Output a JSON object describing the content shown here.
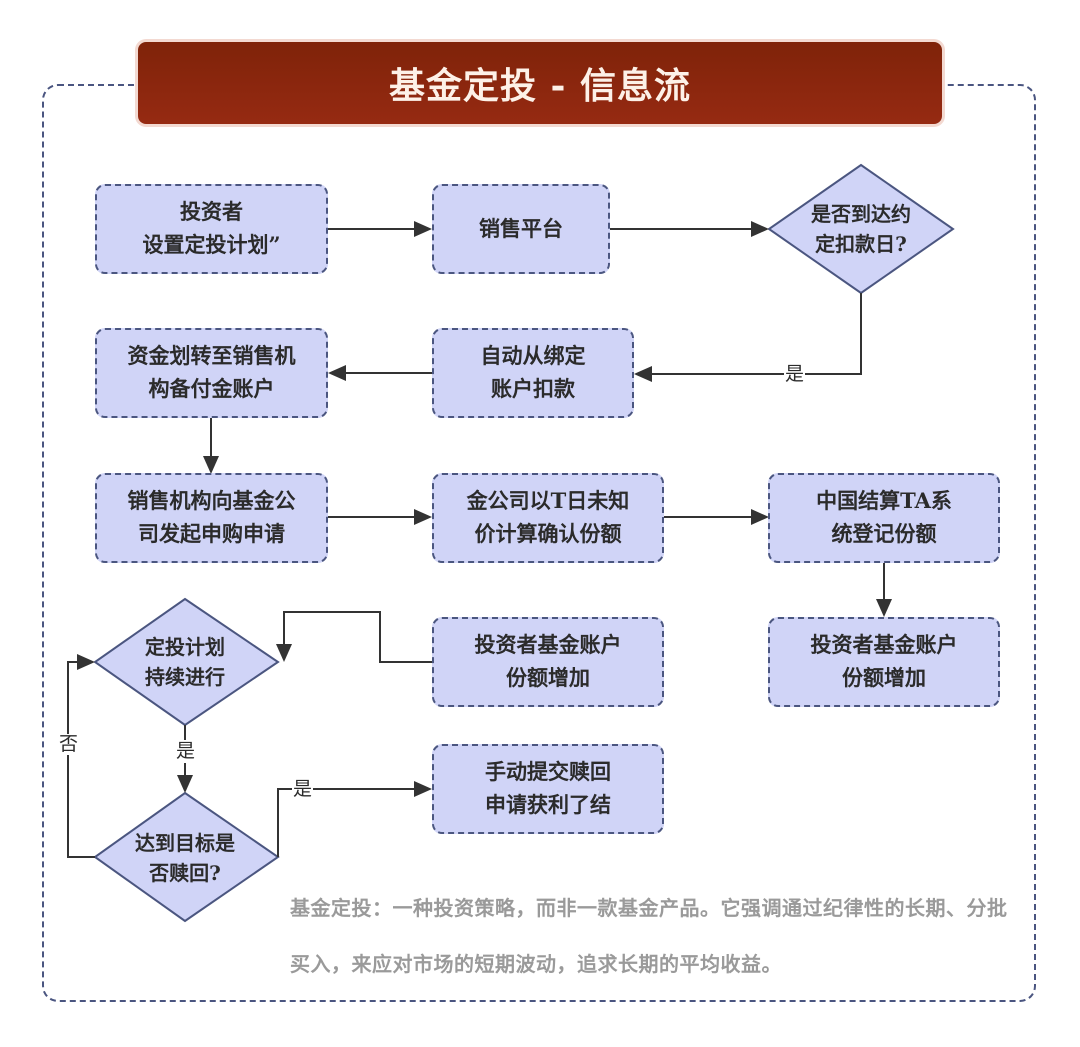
{
  "title": "基金定投 - 信息流",
  "colors": {
    "title_bg": "#8a260e",
    "node_fill": "#d0d4f7",
    "node_border": "#4b5680",
    "arrow": "#333333",
    "note_text": "#9a9a9a"
  },
  "nodes": {
    "investor_plan": "投资者\n设置定投计划”",
    "sales_platform": "销售平台",
    "check_date": "是否到达约\n定扣款日?",
    "auto_debit": "自动从绑定\n账户扣款",
    "transfer_funds": "资金划转至销售机\n构备付金账户",
    "purchase_request": "销售机构向基金公\n司发起申购申请",
    "confirm_shares": "金公司以T日未知\n价计算确认份额",
    "ta_register": "中国结算TA系\n统登记份额",
    "shares_increase_right": "投资者基金账户\n份额增加",
    "shares_increase_mid": "投资者基金账户\n份额增加",
    "plan_continue": "定投计划\n持续进行",
    "target_reached": "达到目标是\n否赎回?",
    "manual_redeem": "手动提交赎回\n申请获利了结"
  },
  "edge_labels": {
    "yes_debit": "是",
    "yes_continue": "是",
    "yes_redeem": "是",
    "no_loop": "否"
  },
  "note": "基金定投：一种投资策略，而非一款基金产品。它强调通过纪律性的长期、分批买入，来应对市场的短期波动，追求长期的平均收益。"
}
